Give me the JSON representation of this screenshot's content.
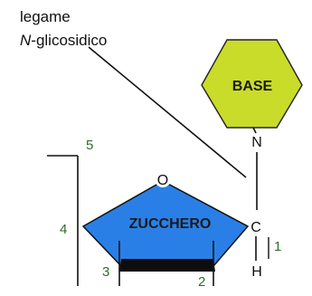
{
  "annotation": {
    "line1": "legame",
    "line2_italic": "N",
    "line2_rest": "-glicosidico"
  },
  "base": {
    "label": "BASE",
    "color": "#c9dc2a"
  },
  "sugar": {
    "label": "ZUCCHERO",
    "color": "#2a7fe6",
    "edge_color": "#0d0d0d",
    "ring_oxygen": "O"
  },
  "atoms": {
    "nitrogen": "N",
    "carbon": "C",
    "hydrogen": "H"
  },
  "carbon_numbers": {
    "c1": "1",
    "c2": "2",
    "c3": "3",
    "c4": "4",
    "c5": "5",
    "color": "#2e6b2e"
  }
}
